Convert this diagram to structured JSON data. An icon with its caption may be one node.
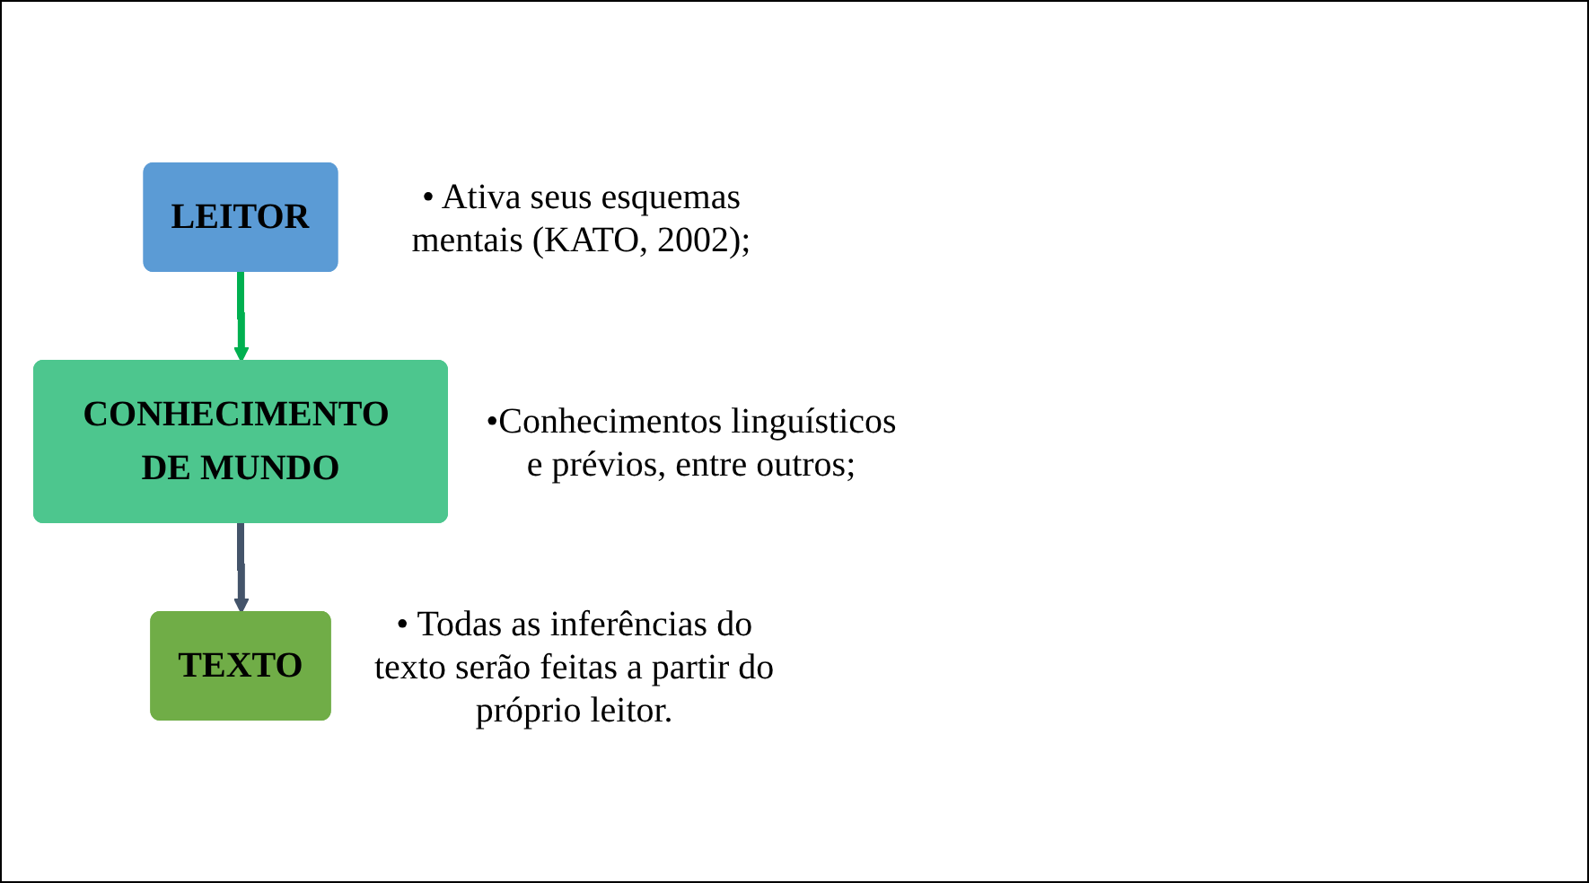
{
  "diagram": {
    "nodes": [
      {
        "text": [
          "LEITOR"
        ],
        "beside": [
          "• Ativa seus esquemas mentais (KATO, 2002);"
        ]
      },
      {
        "text": [
          "CONHECIMENTO DE MUNDO"
        ],
        "beside": [
          "•Conhecimentos linguísticos e prévios, entre outros;"
        ]
      },
      {
        "text": [
          "TEXTO"
        ],
        "beside": [
          "• Todas as inferências do texto serão feitas a partir do próprio leitor."
        ]
      }
    ],
    "edges": [
      {
        "from": 0,
        "to": 1,
        "arrow": "to",
        "color": "#00b050"
      },
      {
        "from": 1,
        "to": 2,
        "arrow": "to",
        "color": "#44546a"
      }
    ]
  }
}
